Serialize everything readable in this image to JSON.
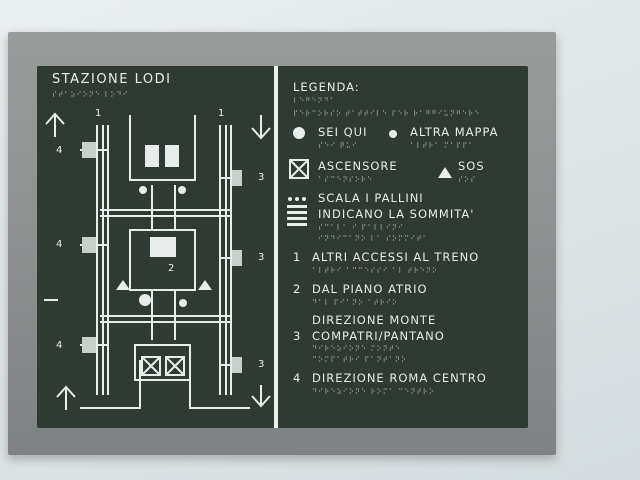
{
  "station_title": "STAZIONE LODI",
  "legend_title": "LEGENDA:",
  "legend": {
    "you_are_here": "SEI QUI",
    "other_map": "ALTRA MAPPA",
    "elevator": "ASCENSORE",
    "sos": "SOS",
    "stairs_line1": "SCALA I PALLINI",
    "stairs_line2": "INDICANO LA SOMMITA'"
  },
  "exits": [
    {
      "num": "1",
      "lines": [
        "ALTRI ACCESSI AL TRENO"
      ]
    },
    {
      "num": "2",
      "lines": [
        "DAL PIANO ATRIO"
      ]
    },
    {
      "num": "3",
      "lines": [
        "DIREZIONE MONTE",
        "COMPATRI/PANTANO"
      ]
    },
    {
      "num": "4",
      "lines": [
        "DIREZIONE ROMA CENTRO"
      ]
    }
  ],
  "map_numbers": {
    "top_left": "1",
    "top_right": "1",
    "left_4a": "4",
    "left_4b": "4",
    "left_4c": "4",
    "right_3a": "3",
    "right_3b": "3",
    "right_3c": "3",
    "center_2": "2"
  },
  "braille": {
    "title": "⠎⠞⠁⠵⠊⠕⠝⠑ ⠇⠕⠙⠊",
    "legend": "⠇⠑⠛⠑⠝⠙⠁",
    "legend2": "⠏⠑⠗⠉⠕⠗⠎⠕ ⠞⠁⠞⠞⠊⠇⠑ ⠏⠑⠗ ⠗⠁⠛⠛⠊⠥⠝⠛⠑⠗⠑",
    "sei_qui": "⠎⠑⠊ ⠟⠥⠊",
    "altra_mappa": "⠁⠇⠞⠗⠁ ⠍⠁⠏⠏⠁",
    "ascensore": "⠁⠎⠉⠑⠝⠎⠕⠗⠑",
    "sos": "⠎⠕⠎",
    "scala1": "⠎⠉⠁⠇⠁ ⠊ ⠏⠁⠇⠇⠊⠝⠊",
    "scala2": "⠊⠝⠙⠊⠉⠁⠝⠕ ⠇⠁ ⠎⠕⠍⠍⠊⠞⠁",
    "e1": "⠁⠇⠞⠗⠊ ⠁⠉⠉⠑⠎⠎⠊ ⠁⠇ ⠞⠗⠑⠝⠕",
    "e2": "⠙⠁⠇ ⠏⠊⠁⠝⠕ ⠁⠞⠗⠊⠕",
    "e3a": "⠙⠊⠗⠑⠵⠊⠕⠝⠑ ⠍⠕⠝⠞⠑",
    "e3b": "⠉⠕⠍⠏⠁⠞⠗⠊ ⠏⠁⠝⠞⠁⠝⠕",
    "e4": "⠙⠊⠗⠑⠵⠊⠕⠝⠑ ⠗⠕⠍⠁ ⠉⠑⠝⠞⠗⠕"
  },
  "colors": {
    "panel": "#2f3a33",
    "ink": "#e8ecea",
    "frame": "#8e9091"
  }
}
